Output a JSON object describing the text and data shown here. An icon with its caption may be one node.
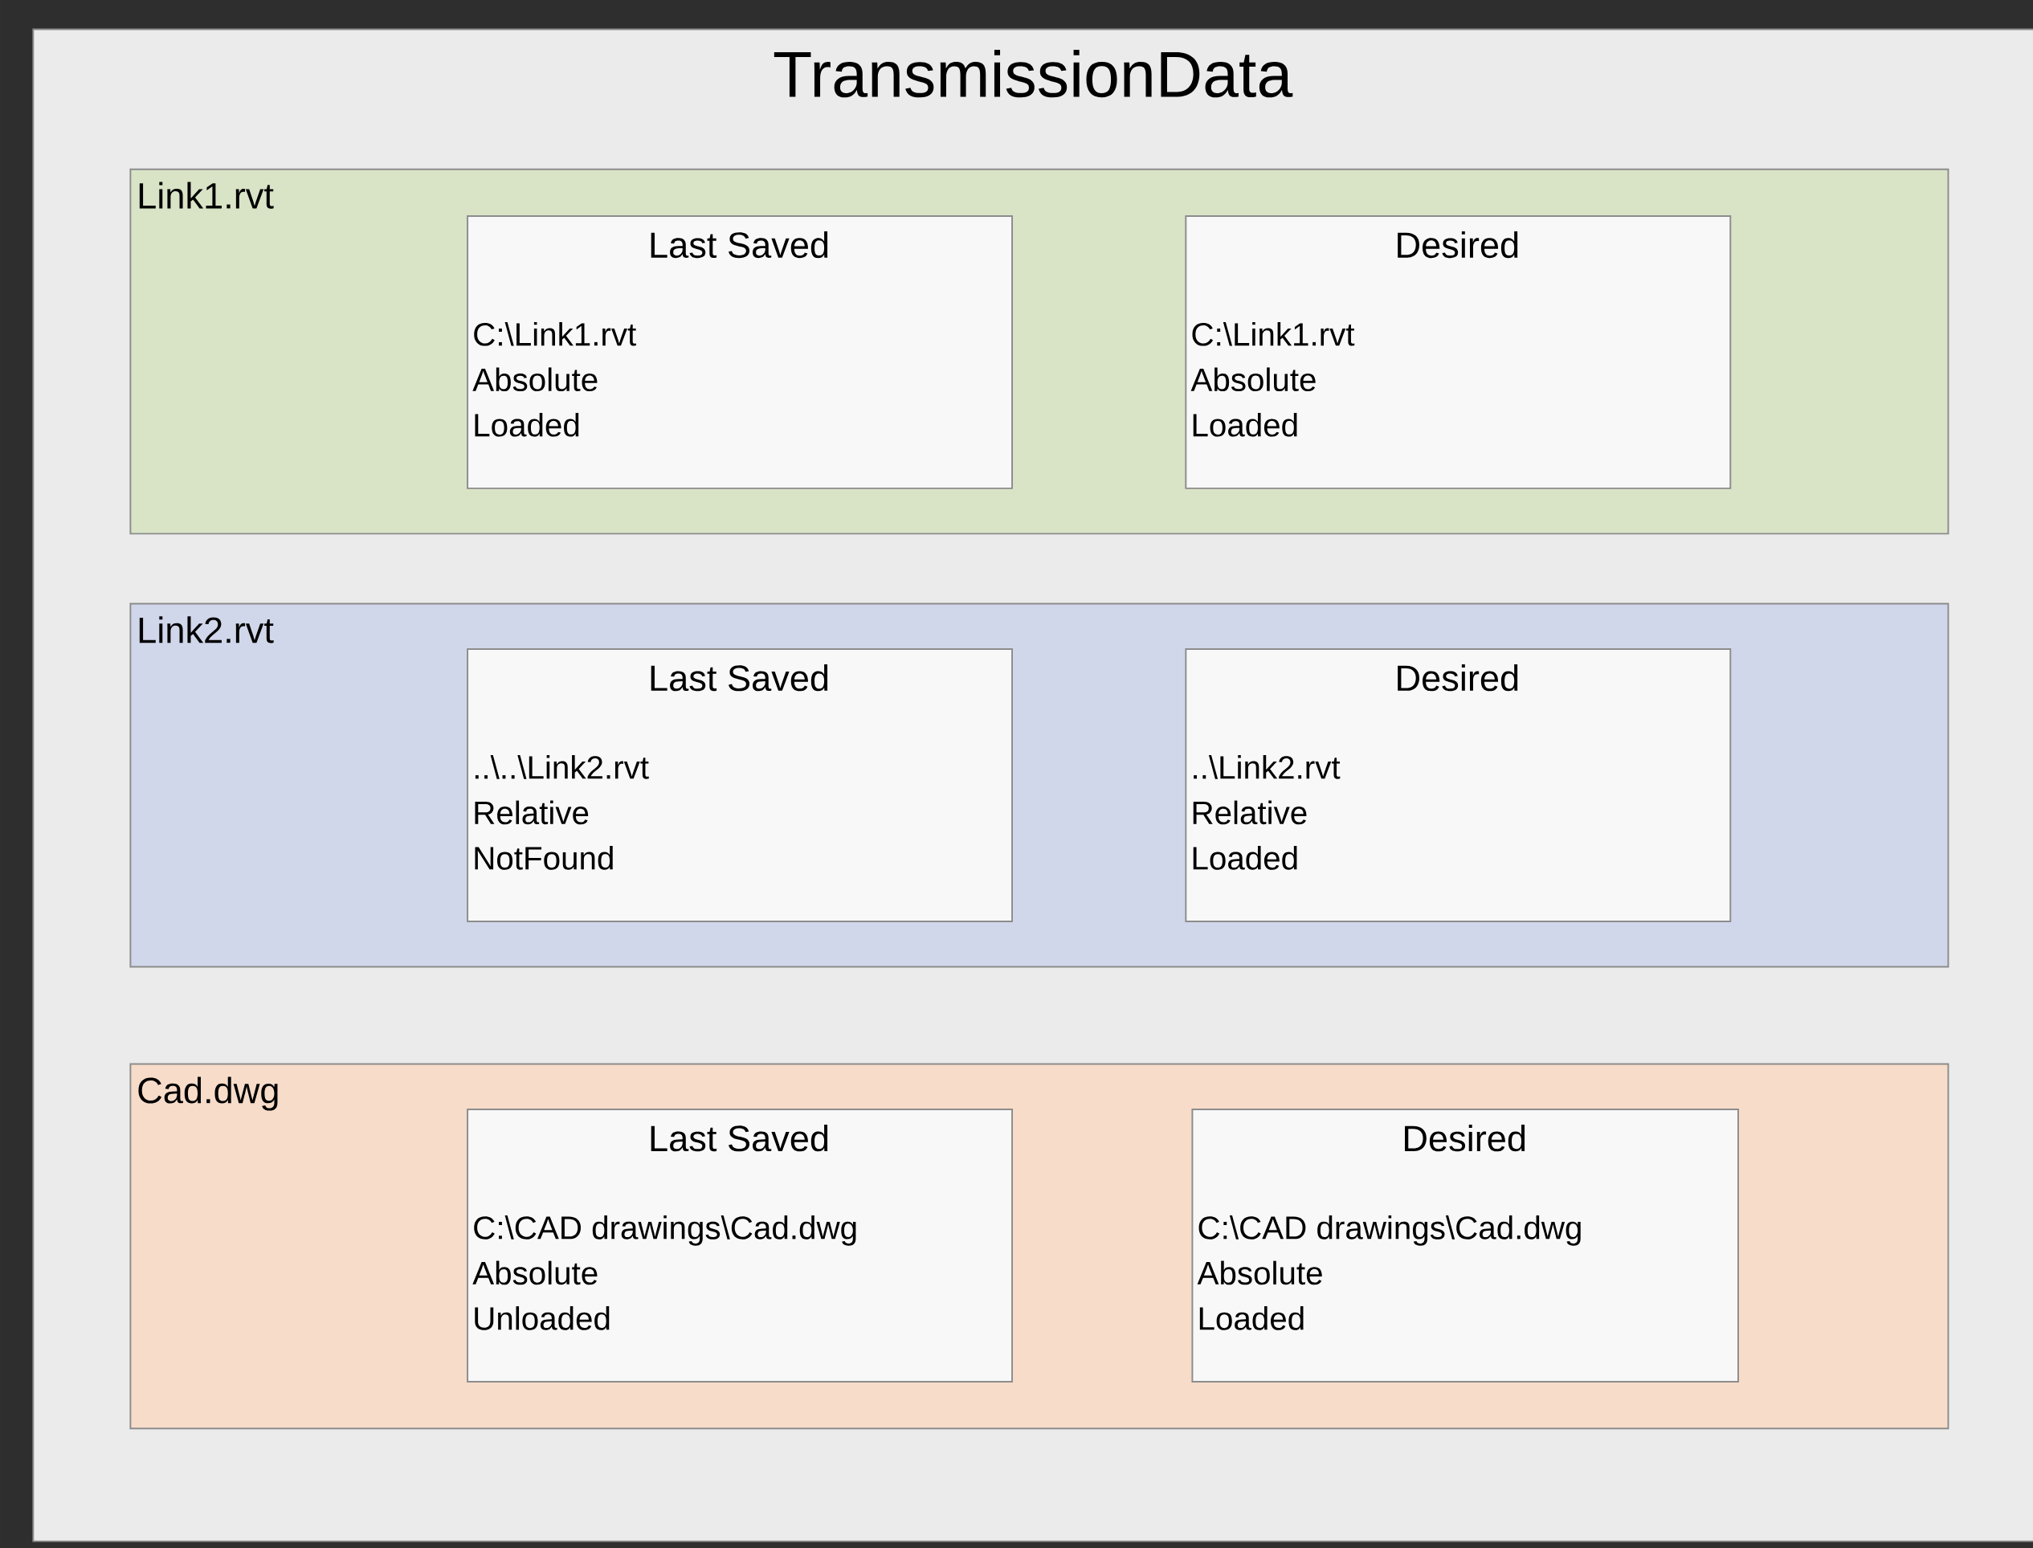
{
  "diagram": {
    "nodes": [
      {
        "text": [
          "TransmissionData"
        ]
      },
      {
        "text": [
          "Link1.rvt"
        ],
        "in": 0
      },
      {
        "text": [
          "Last Saved",
          "C:\\Link1.rvt",
          "Absolute",
          "Loaded"
        ],
        "in": 1
      },
      {
        "text": [
          "Desired",
          "C:\\Link1.rvt",
          "Absolute",
          "Loaded"
        ],
        "in": 1
      },
      {
        "text": [
          "Link2.rvt"
        ],
        "in": 0
      },
      {
        "text": [
          "Last Saved",
          "..\\..\\Link2.rvt",
          "Relative",
          "NotFound"
        ],
        "in": 4
      },
      {
        "text": [
          "Desired",
          "..\\Link2.rvt",
          "Relative",
          "Loaded"
        ],
        "in": 4
      },
      {
        "text": [
          "Cad.dwg"
        ],
        "in": 0
      },
      {
        "text": [
          "Last Saved",
          "C:\\CAD drawings\\Cad.dwg",
          "Absolute",
          "Unloaded"
        ],
        "in": 7
      },
      {
        "text": [
          "Desired",
          "C:\\CAD drawings\\Cad.dwg",
          "Absolute",
          "Loaded"
        ],
        "in": 7
      }
    ]
  }
}
